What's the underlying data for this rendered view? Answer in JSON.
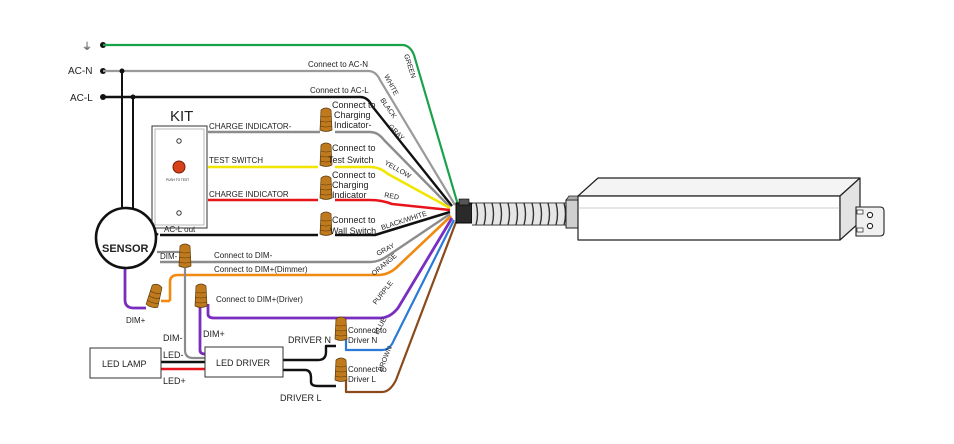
{
  "colors": {
    "green": "#1aa24a",
    "white": "#9a9a9a",
    "black": "#111111",
    "gray": "#8c8c8c",
    "yellow": "#f2e600",
    "red": "#e8141c",
    "orange": "#f08a10",
    "purple": "#7a2ec0",
    "blue": "#2a7bd8",
    "brown": "#8b4a1c",
    "nut": "#c07a1e"
  },
  "left_terminals": {
    "ground_symbol": "⏚",
    "ac_n": "AC-N",
    "ac_l": "AC-L"
  },
  "kit": {
    "title": "KIT",
    "charge_indicator_neg": "CHARGE INDICATOR-",
    "test_switch": "TEST SWITCH",
    "charge_indicator": "CHARGE INDICATOR",
    "button_caption": "PUSH TO TEST"
  },
  "sensor": {
    "label": "SENSOR",
    "ac_l_out": "AC-L out",
    "dim_neg": "DIM-",
    "dim_pos": "DIM+"
  },
  "connections": {
    "ac_n": "Connect to AC-N",
    "ac_l": "Connect to AC-L",
    "charging_neg_1": "Connect to",
    "charging_neg_2": "Charging",
    "charging_neg_3": "Indicator-",
    "test_switch_1": "Connect to",
    "test_switch_2": "Test Switch",
    "charging_1": "Connect to",
    "charging_2": "Charging",
    "charging_3": "Indicator",
    "wall_switch_1": "Connect to",
    "wall_switch_2": "Wall Switch",
    "dim_neg": "Connect to DIM-",
    "dim_pos_dimmer": "Connect to DIM+(Dimmer)",
    "dim_pos_driver": "Connect to DIM+(Driver)",
    "driver_n_1": "Connect to",
    "driver_n_2": "Driver N",
    "driver_l_1": "Connect to",
    "driver_l_2": "Driver L"
  },
  "wire_colors": {
    "green": "GREEN",
    "white": "WHITE",
    "black": "BLACK",
    "gray": "GRAY",
    "yellow": "YELLOW",
    "red": "RED",
    "black_white": "BLACK/WHITE",
    "gray2": "GRAY",
    "orange": "ORANGE",
    "purple": "PURPLE",
    "blue": "BLUE",
    "brown": "BROWN"
  },
  "lower": {
    "led_lamp": "LED LAMP",
    "led_driver": "LED DRIVER",
    "dim_neg": "DIM-",
    "dim_pos": "DIM+",
    "led_neg": "LED-",
    "led_pos": "LED+",
    "driver_n": "DRIVER N",
    "driver_l": "DRIVER L",
    "dim_pos_left": "DIM+"
  }
}
